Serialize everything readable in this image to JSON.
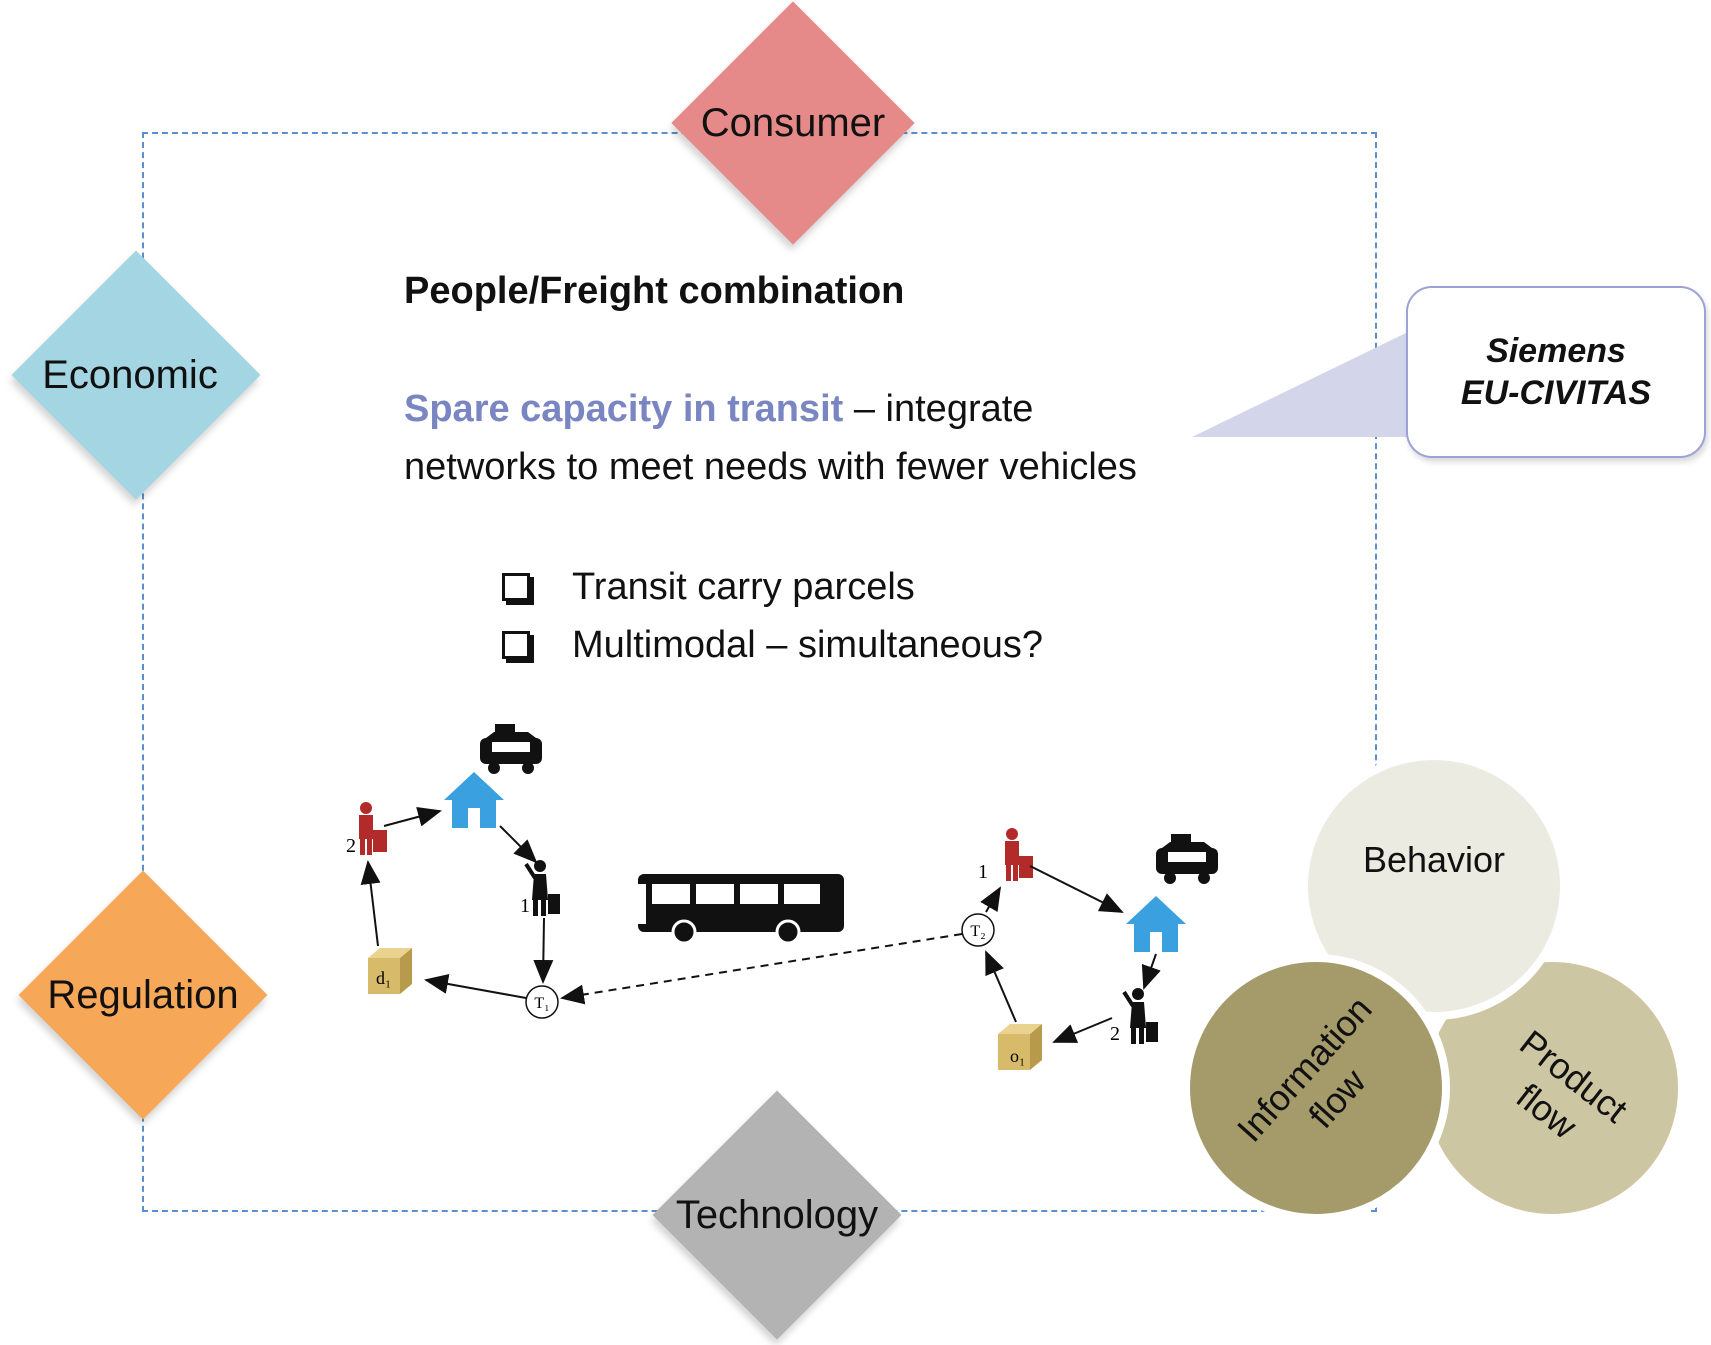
{
  "drivers": {
    "consumer": "Consumer",
    "economic": "Economic",
    "regulation": "Regulation",
    "technology": "Technology"
  },
  "colors": {
    "consumer": "#e58a89",
    "economic": "#a3d5e3",
    "regulation": "#f6a757",
    "technology": "#b3b3b3",
    "highlight": "#7a86c2",
    "house": "#3aa0e0",
    "person": "#b32a2a",
    "parcel": "#d8bb6a"
  },
  "content": {
    "heading": "People/Freight combination",
    "highlight": "Spare capacity in transit",
    "rest": " – integrate networks to meet needs with fewer vehicles",
    "bullets": [
      "Transit carry parcels",
      "Multimodal – simultaneous?"
    ]
  },
  "callout": {
    "line1": "Siemens",
    "line2": "EU-CIVITAS"
  },
  "network": {
    "left": {
      "person_num": "2",
      "walker_num": "1",
      "hub": "T₁",
      "parcel": "d₁"
    },
    "right": {
      "person_num": "1",
      "walker_num": "2",
      "hub": "T₂",
      "parcel": "o₁"
    }
  },
  "venn": {
    "behavior": "Behavior",
    "information_line1": "Information",
    "information_line2": "flow",
    "product_line1": "Product",
    "product_line2": "flow"
  }
}
